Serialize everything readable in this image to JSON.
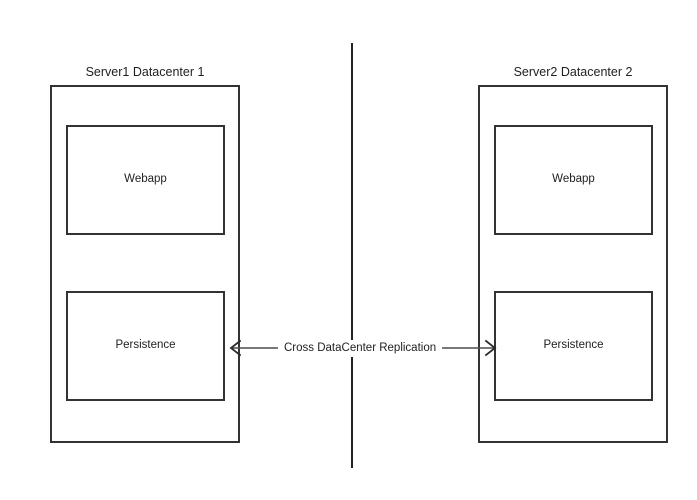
{
  "diagram": {
    "title_left": "Server1 Datacenter 1",
    "title_right": "Server2 Datacenter 2",
    "replication_label": "Cross DataCenter Replication",
    "left_server": {
      "components": [
        {
          "label": "Webapp"
        },
        {
          "label": "Persistence"
        }
      ]
    },
    "right_server": {
      "components": [
        {
          "label": "Webapp"
        },
        {
          "label": "Persistence"
        }
      ]
    },
    "colors": {
      "stroke": "#333333",
      "divider": "#222222",
      "text": "#1f1f1f",
      "background": "#ffffff",
      "arrow": "#4d4d4d"
    },
    "icons": {
      "divider": "vertical-divider-line",
      "arrow": "bidirectional-arrow-icon"
    }
  }
}
